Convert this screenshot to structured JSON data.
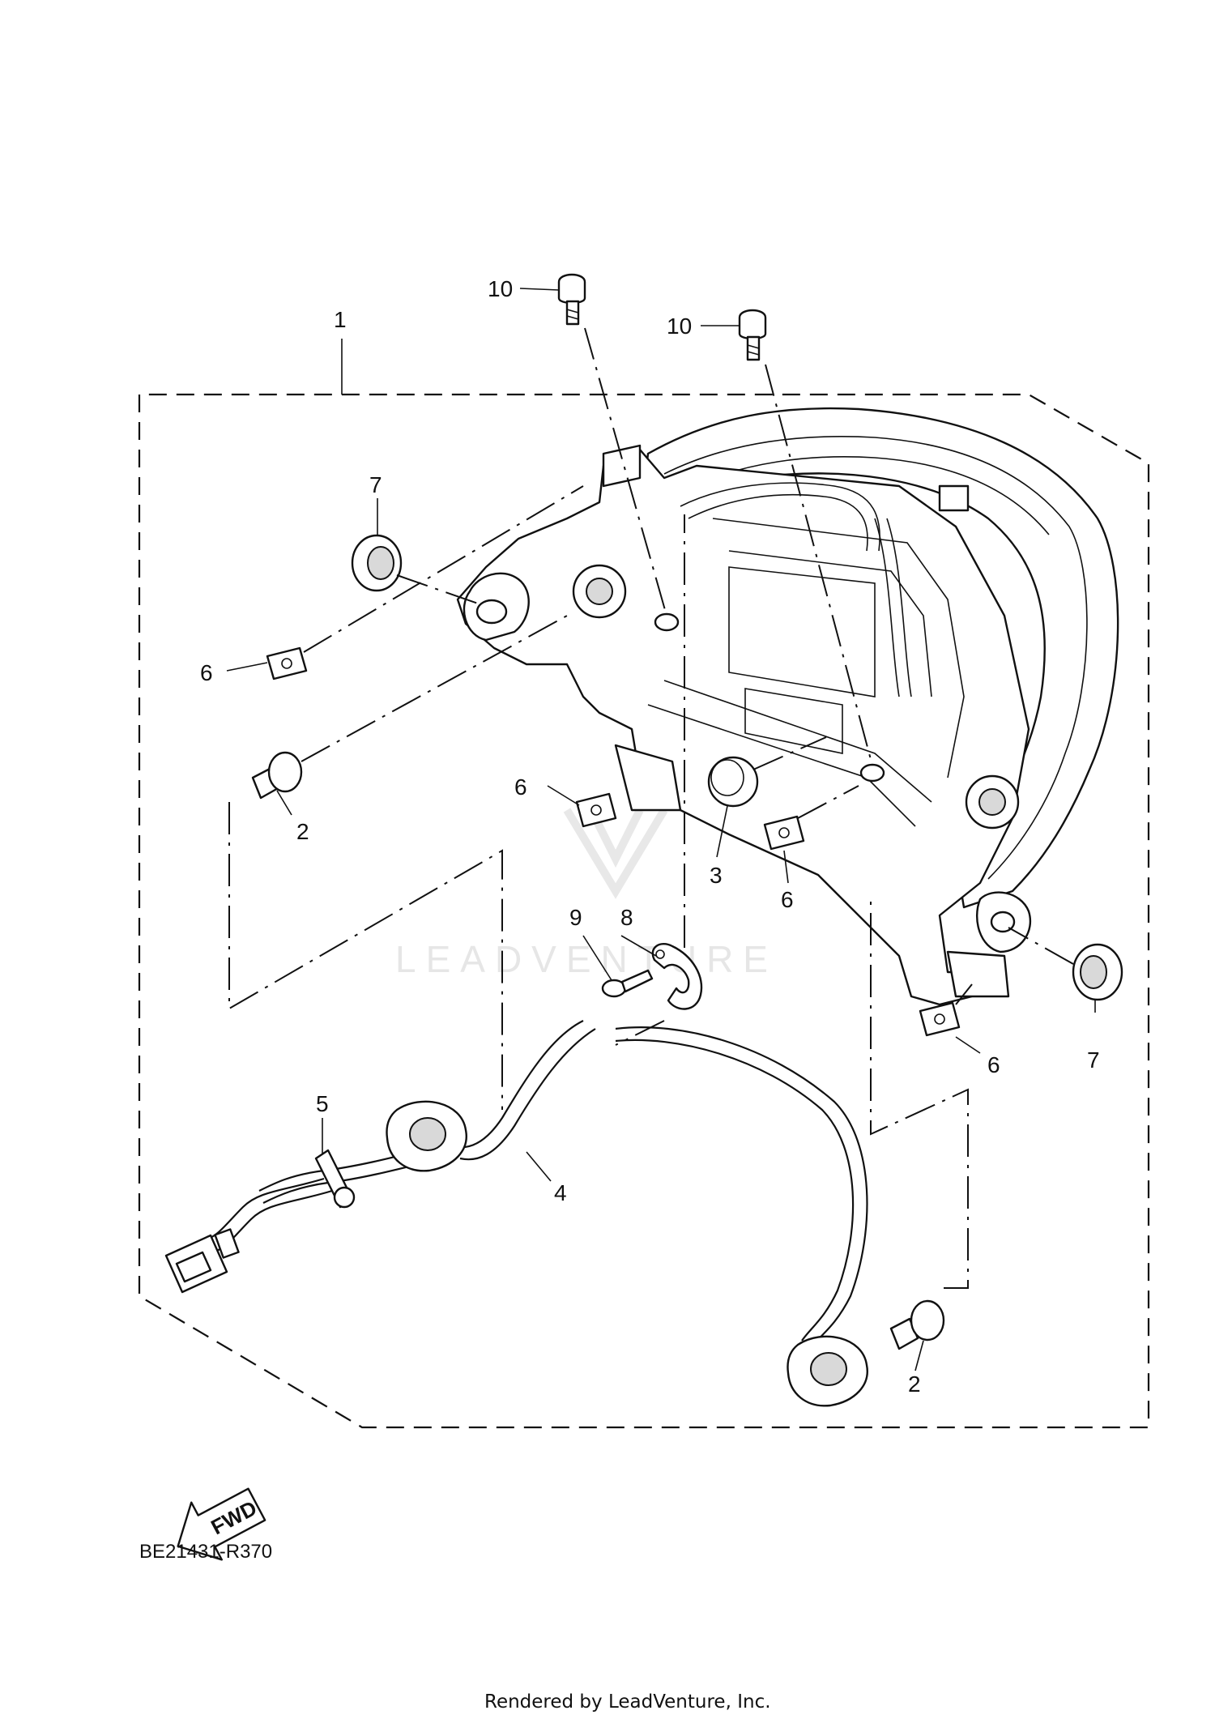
{
  "diagram": {
    "code": "BE21431-R370",
    "footer": "Rendered by LeadVenture, Inc.",
    "watermark": "LEADVENTURE",
    "fwd_label": "FWD"
  },
  "callouts": [
    {
      "id": "c1",
      "text": "1"
    },
    {
      "id": "c2a",
      "text": "2"
    },
    {
      "id": "c2b",
      "text": "2"
    },
    {
      "id": "c3",
      "text": "3"
    },
    {
      "id": "c4",
      "text": "4"
    },
    {
      "id": "c5",
      "text": "5"
    },
    {
      "id": "c6a",
      "text": "6"
    },
    {
      "id": "c6b",
      "text": "6"
    },
    {
      "id": "c6c",
      "text": "6"
    },
    {
      "id": "c6d",
      "text": "6"
    },
    {
      "id": "c7a",
      "text": "7"
    },
    {
      "id": "c7b",
      "text": "7"
    },
    {
      "id": "c8",
      "text": "8"
    },
    {
      "id": "c9",
      "text": "9"
    },
    {
      "id": "c10a",
      "text": "10"
    },
    {
      "id": "c10b",
      "text": "10"
    }
  ]
}
